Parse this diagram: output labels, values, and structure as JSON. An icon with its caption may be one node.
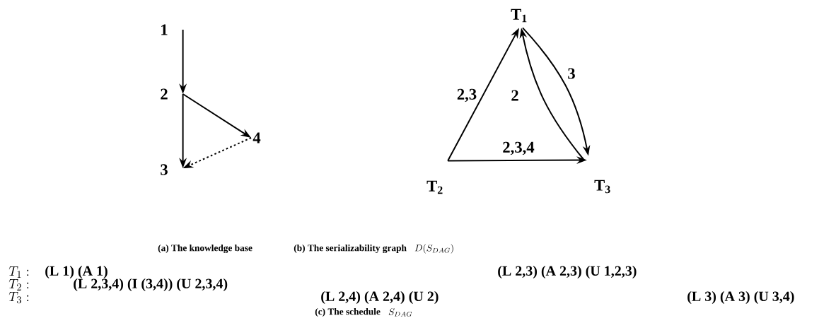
{
  "diagram": {
    "nodes": [
      {
        "text": [
          "1"
        ]
      },
      {
        "text": [
          "2"
        ]
      },
      {
        "text": [
          "3"
        ]
      },
      {
        "text": [
          "4"
        ]
      },
      {
        "text": [
          "T$_{1}$"
        ]
      },
      {
        "text": [
          "T$_{2}$"
        ]
      },
      {
        "text": [
          "T$_{3}$"
        ]
      }
    ],
    "edges": [
      {
        "from": 0,
        "to": 1,
        "arrow": "to"
      },
      {
        "from": 1,
        "to": 2,
        "arrow": "to"
      },
      {
        "from": 1,
        "to": 3,
        "arrow": "to"
      },
      {
        "from": 3,
        "to": 2,
        "arrow": "to",
        "style": "dashed"
      },
      {
        "from": 5,
        "to": 4,
        "arrow": "to",
        "label": "2,3"
      },
      {
        "from": 6,
        "to": 4,
        "arrow": "to",
        "label": "2"
      },
      {
        "from": 4,
        "to": 6,
        "arrow": "to",
        "label": "3"
      },
      {
        "from": 5,
        "to": 6,
        "arrow": "to",
        "label": "2,3,4"
      }
    ],
    "labels": [
      "(a) The knowledge base",
      "(b) The serializability graph",
      "D(S_{DAG})",
      "T_1:",
      "(L 1) (A 1)",
      "(L 2,3) (A 2,3) (U 1,2,3)",
      "T_2:",
      "(L 2,3,4) (I (3,4)) (U 2,3,4)",
      "T_3:",
      "(L 2,4) (A 2,4) (U 2)",
      "(L 3) (A 3) (U 3,4)",
      "(c) The schedule",
      "S_{DAG}"
    ]
  }
}
